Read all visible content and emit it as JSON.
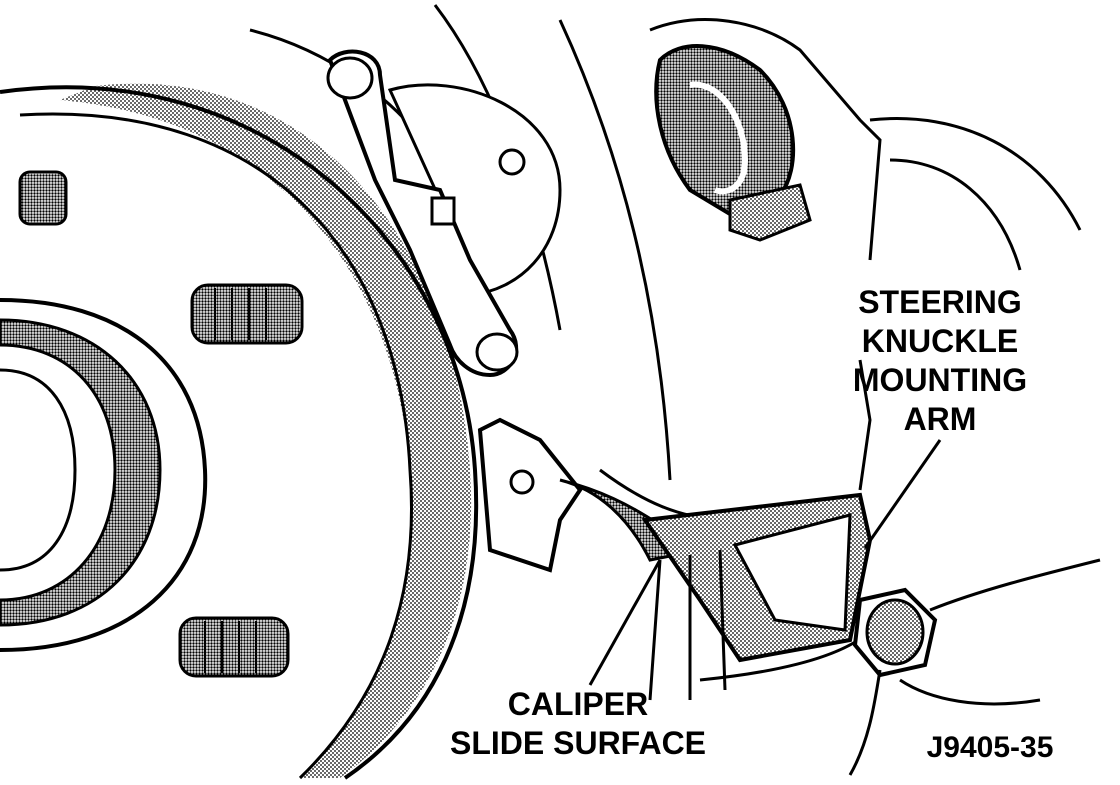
{
  "labels": {
    "knuckle": [
      "STEERING",
      "KNUCKLE",
      "MOUNTING",
      "ARM"
    ],
    "caliper": [
      "CALIPER",
      "SLIDE SURFACE"
    ],
    "figure_id": "J9405-35"
  },
  "colors": {
    "ink": "#000000",
    "paper": "#ffffff",
    "halftone": "#555555"
  }
}
